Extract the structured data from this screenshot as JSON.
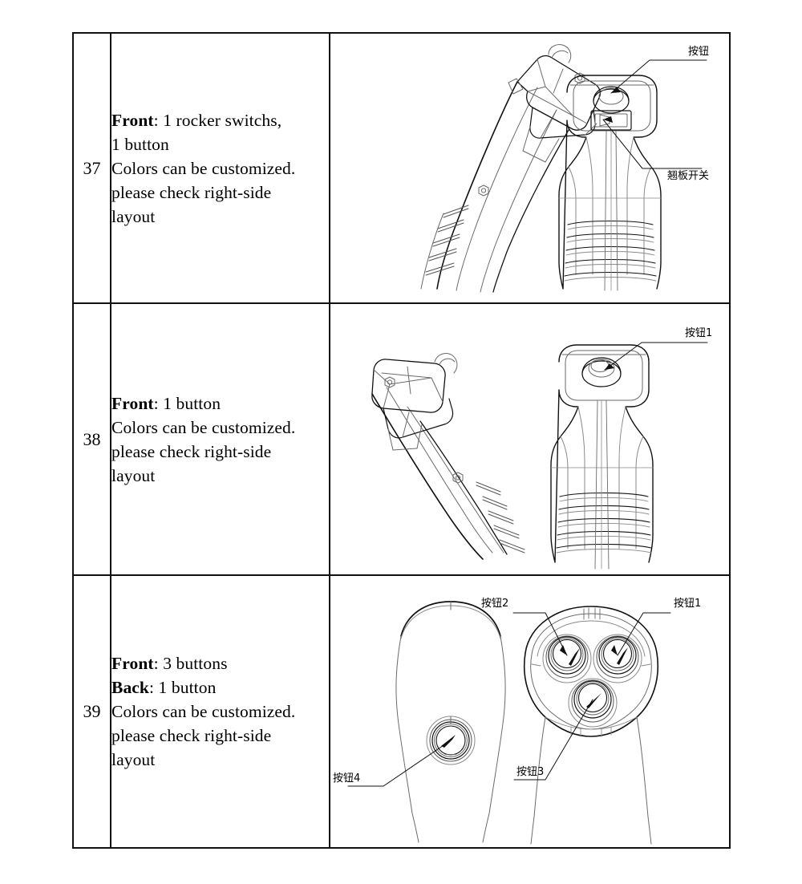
{
  "document": {
    "type": "product-specification-table",
    "rows": [
      {
        "number": "37",
        "description_lines": [
          {
            "bold": "Front",
            "rest": ": 1 rocker switchs,"
          },
          {
            "bold": "",
            "rest": "1 button"
          },
          {
            "bold": "",
            "rest": "Colors can be customized."
          },
          {
            "bold": "",
            "rest": "please check right-side"
          },
          {
            "bold": "",
            "rest": "layout"
          }
        ],
        "drawing": {
          "views": [
            "side-view-grip-handle",
            "front-view-grip-handle"
          ],
          "callouts": [
            {
              "label": "按钮",
              "meaning": "button"
            },
            {
              "label": "翘板开关",
              "meaning": "rocker switch"
            }
          ],
          "controls": [
            "round-button",
            "rocker-switch"
          ]
        }
      },
      {
        "number": "38",
        "description_lines": [
          {
            "bold": "Front",
            "rest": ": 1 button"
          },
          {
            "bold": "",
            "rest": "Colors can be customized."
          },
          {
            "bold": "",
            "rest": "please check right-side"
          },
          {
            "bold": "",
            "rest": "layout"
          }
        ],
        "drawing": {
          "views": [
            "side-view-grip-handle",
            "front-view-grip-handle"
          ],
          "callouts": [
            {
              "label": "按钮1",
              "meaning": "button 1"
            }
          ],
          "controls": [
            "round-button"
          ]
        }
      },
      {
        "number": "39",
        "description_lines": [
          {
            "bold": "Front",
            "rest": ": 3 buttons"
          },
          {
            "bold": "Back",
            "rest": ": 1  button"
          },
          {
            "bold": "",
            "rest": "Colors can be customized."
          },
          {
            "bold": "",
            "rest": "please check right-side"
          },
          {
            "bold": "",
            "rest": "layout"
          }
        ],
        "drawing": {
          "views": [
            "back-view-joystick-knob",
            "front-view-joystick-knob"
          ],
          "callouts": [
            {
              "label": "按钮2",
              "meaning": "button 2"
            },
            {
              "label": "按钮1",
              "meaning": "button 1"
            },
            {
              "label": "按钮3",
              "meaning": "button 3"
            },
            {
              "label": "按钮4",
              "meaning": "button 4"
            }
          ],
          "controls": [
            "round-button",
            "round-button",
            "round-button",
            "round-button"
          ]
        }
      }
    ]
  },
  "colors": {
    "border": "#111111",
    "line": "#333333",
    "line_light": "#777777",
    "text": "#000000",
    "background": "#ffffff"
  }
}
